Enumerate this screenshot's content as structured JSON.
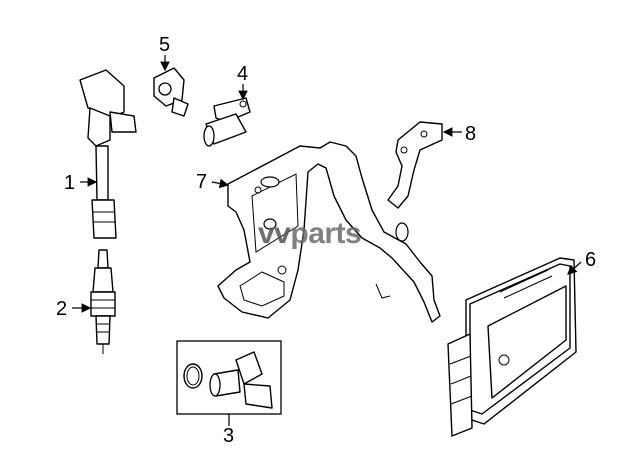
{
  "callouts": [
    {
      "id": "1",
      "label": "1"
    },
    {
      "id": "2",
      "label": "2"
    },
    {
      "id": "3",
      "label": "3"
    },
    {
      "id": "4",
      "label": "4"
    },
    {
      "id": "5",
      "label": "5"
    },
    {
      "id": "6",
      "label": "6"
    },
    {
      "id": "7",
      "label": "7"
    },
    {
      "id": "8",
      "label": "8"
    }
  ],
  "watermark": {
    "prefix": "vv",
    "suffix": "parts",
    "prefix_color": "#555555",
    "suffix_color": "#6a6a6a"
  },
  "colors": {
    "line": "#000000",
    "background": "#ffffff"
  }
}
